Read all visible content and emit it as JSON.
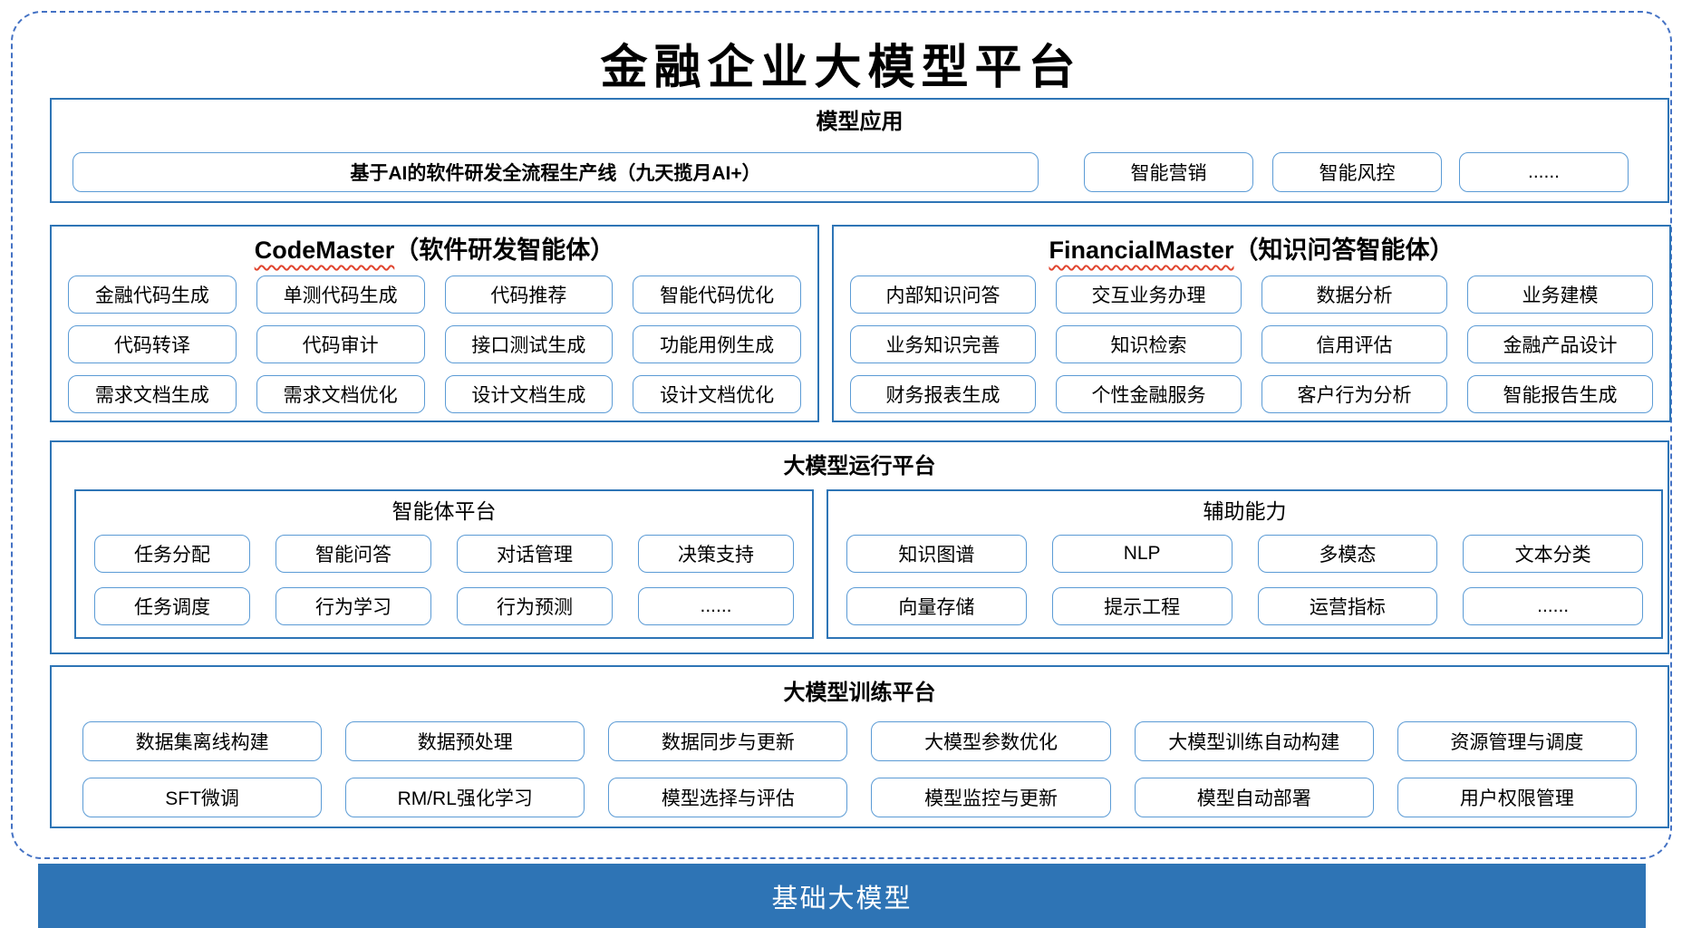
{
  "title": "金融企业大模型平台",
  "colors": {
    "border_blue": "#2E75B6",
    "button_blue": "#5B9BD5",
    "dashed_blue": "#4472C4",
    "footer_blue": "#2E74B5",
    "wavy_red": "#E0442E"
  },
  "app": {
    "header": "模型应用",
    "pipeline": "基于AI的软件研发全流程生产线（九天揽月AI+）",
    "items": [
      "智能营销",
      "智能风控",
      "......"
    ]
  },
  "code_master": {
    "title_en": "CodeMaster",
    "title_zh": "（软件研发智能体）",
    "items": [
      "金融代码生成",
      "单测代码生成",
      "代码推荐",
      "智能代码优化",
      "代码转译",
      "代码审计",
      "接口测试生成",
      "功能用例生成",
      "需求文档生成",
      "需求文档优化",
      "设计文档生成",
      "设计文档优化"
    ]
  },
  "financial_master": {
    "title_en": "FinancialMaster",
    "title_zh": "（知识问答智能体）",
    "items": [
      "内部知识问答",
      "交互业务办理",
      "数据分析",
      "业务建模",
      "业务知识完善",
      "知识检索",
      "信用评估",
      "金融产品设计",
      "财务报表生成",
      "个性金融服务",
      "客户行为分析",
      "智能报告生成"
    ]
  },
  "runtime": {
    "header": "大模型运行平台",
    "agent_platform": {
      "header": "智能体平台",
      "items": [
        "任务分配",
        "智能问答",
        "对话管理",
        "决策支持",
        "任务调度",
        "行为学习",
        "行为预测",
        "......"
      ]
    },
    "aux_ability": {
      "header": "辅助能力",
      "items": [
        "知识图谱",
        "NLP",
        "多模态",
        "文本分类",
        "向量存储",
        "提示工程",
        "运营指标",
        "......"
      ]
    }
  },
  "training": {
    "header": "大模型训练平台",
    "items": [
      "数据集离线构建",
      "数据预处理",
      "数据同步与更新",
      "大模型参数优化",
      "大模型训练自动构建",
      "资源管理与调度",
      "SFT微调",
      "RM/RL强化学习",
      "模型选择与评估",
      "模型监控与更新",
      "模型自动部署",
      "用户权限管理"
    ]
  },
  "footer": {
    "label": "基础大模型"
  }
}
